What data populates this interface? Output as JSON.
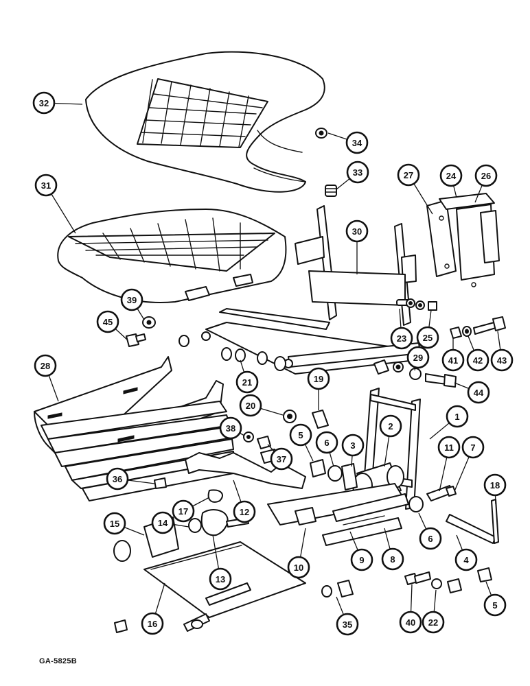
{
  "figure_code": "GA-5825B",
  "callouts": [
    "1",
    "2",
    "3",
    "4",
    "5",
    "5",
    "6",
    "6",
    "7",
    "8",
    "9",
    "10",
    "11",
    "12",
    "13",
    "14",
    "15",
    "16",
    "17",
    "18",
    "19",
    "20",
    "21",
    "22",
    "23",
    "24",
    "25",
    "26",
    "27",
    "28",
    "29",
    "30",
    "31",
    "32",
    "33",
    "34",
    "35",
    "36",
    "37",
    "38",
    "39",
    "40",
    "41",
    "42",
    "43",
    "44",
    "45"
  ],
  "colors": {
    "ink": "#111111",
    "paper": "#ffffff"
  }
}
